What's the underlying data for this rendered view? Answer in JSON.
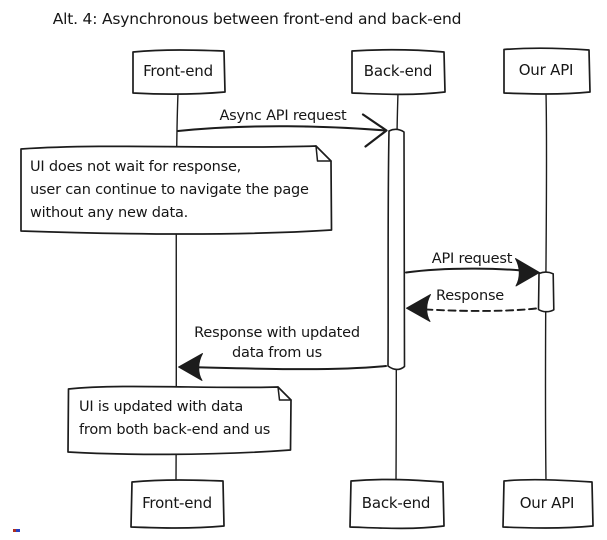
{
  "title": "Alt. 4: Asynchronous between front-end and back-end",
  "diagram_type": "sequence",
  "style": "hand-drawn napkin",
  "ink_color": "#1c1c1c",
  "background_color": "#ffffff",
  "actors": [
    {
      "label": "Front-end"
    },
    {
      "label": "Back-end"
    },
    {
      "label": "Our API"
    }
  ],
  "messages": [
    {
      "label": "Async API request",
      "from": "Front-end",
      "to": "Back-end",
      "line": "solid",
      "arrowhead": "open"
    },
    {
      "label": "API request",
      "from": "Back-end",
      "to": "Our API",
      "line": "solid",
      "arrowhead": "filled"
    },
    {
      "label": "Response",
      "from": "Our API",
      "to": "Back-end",
      "line": "dashed",
      "arrowhead": "filled"
    },
    {
      "label": "Response with updated data from us",
      "lines": [
        "Response with updated",
        "data from us"
      ],
      "from": "Back-end",
      "to": "Front-end",
      "line": "solid",
      "arrowhead": "filled"
    }
  ],
  "notes": [
    {
      "lines": [
        "UI does not wait for response,",
        "user can continue to navigate the page",
        "without any new data."
      ]
    },
    {
      "lines": [
        "UI is updated with data",
        "from both back-end and us"
      ]
    }
  ],
  "artifact_mark": {
    "left_color": "#b03020",
    "right_color": "#2840c0"
  }
}
